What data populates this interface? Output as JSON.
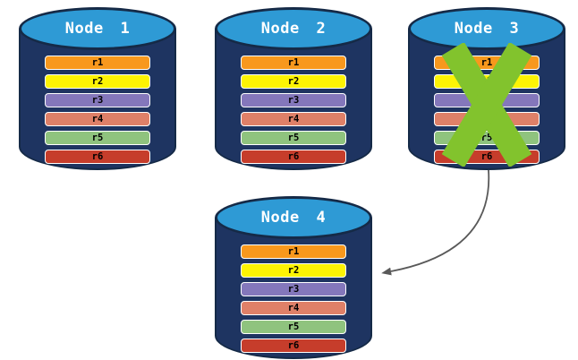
{
  "diagram": {
    "description": "Replicated database nodes; failed node replicates to new node",
    "nodes": [
      {
        "title": "Node 1",
        "failed": false,
        "rows": [
          {
            "label": "r1",
            "color": "#F8981D"
          },
          {
            "label": "r2",
            "color": "#FDF304"
          },
          {
            "label": "r3",
            "color": "#8477BB"
          },
          {
            "label": "r4",
            "color": "#DF8068"
          },
          {
            "label": "r5",
            "color": "#8FC37E"
          },
          {
            "label": "r6",
            "color": "#C63D2B"
          }
        ]
      },
      {
        "title": "Node 2",
        "failed": false,
        "rows": [
          {
            "label": "r1",
            "color": "#F8981D"
          },
          {
            "label": "r2",
            "color": "#FDF304"
          },
          {
            "label": "r3",
            "color": "#8477BB"
          },
          {
            "label": "r4",
            "color": "#DF8068"
          },
          {
            "label": "r5",
            "color": "#8FC37E"
          },
          {
            "label": "r6",
            "color": "#C63D2B"
          }
        ]
      },
      {
        "title": "Node 3",
        "failed": true,
        "rows": [
          {
            "label": "r1",
            "color": "#F8981D"
          },
          {
            "label": "r2",
            "color": "#FDF304"
          },
          {
            "label": "r3",
            "color": "#8477BB"
          },
          {
            "label": "r4",
            "color": "#DF8068"
          },
          {
            "label": "r5",
            "color": "#8FC37E"
          },
          {
            "label": "r6",
            "color": "#C63D2B"
          }
        ]
      },
      {
        "title": "Node 4",
        "failed": false,
        "rows": [
          {
            "label": "r1",
            "color": "#F8981D"
          },
          {
            "label": "r2",
            "color": "#FDF304"
          },
          {
            "label": "r3",
            "color": "#8477BB"
          },
          {
            "label": "r4",
            "color": "#DF8068"
          },
          {
            "label": "r5",
            "color": "#8FC37E"
          },
          {
            "label": "r6",
            "color": "#C63D2B"
          }
        ]
      }
    ],
    "arrow": {
      "from": "Node 3",
      "to": "Node 4",
      "color": "#595959"
    },
    "colors": {
      "cylinder_body": "#1E3461",
      "cylinder_top": "#2E9AD5",
      "cylinder_outline": "#152A47",
      "bar_border": "#FFFFFF",
      "bar_text": "#000000",
      "title_text": "#FFFFFF",
      "failure_x": "#82C32D"
    }
  }
}
